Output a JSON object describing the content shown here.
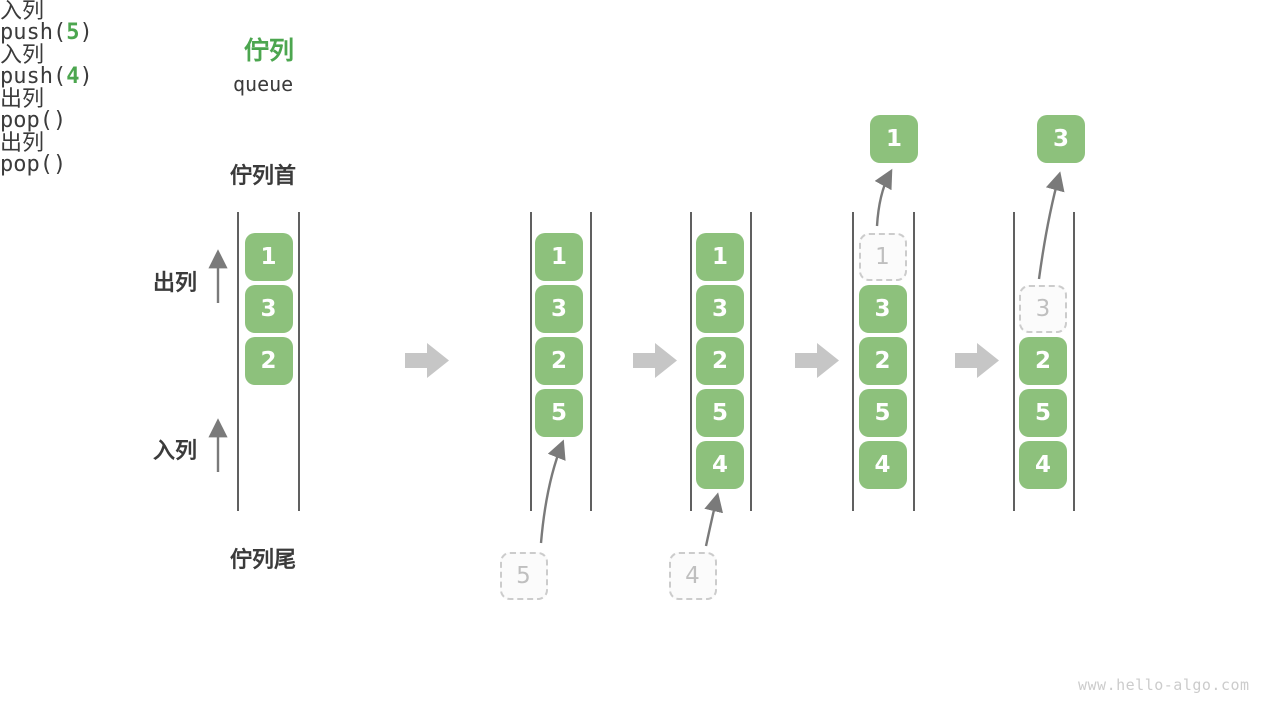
{
  "header": {
    "title_zh": "佇列",
    "title_en": "queue"
  },
  "side_labels": {
    "front": "佇列首",
    "rear": "佇列尾",
    "dequeue": "出列",
    "enqueue": "入列"
  },
  "states": [
    {
      "boxes": [
        {
          "value": "1",
          "slot": 0
        },
        {
          "value": "3",
          "slot": 1
        },
        {
          "value": "2",
          "slot": 2
        }
      ]
    },
    {
      "boxes": [
        {
          "value": "1",
          "slot": 0
        },
        {
          "value": "3",
          "slot": 1
        },
        {
          "value": "2",
          "slot": 2
        },
        {
          "value": "5",
          "slot": 3
        }
      ]
    },
    {
      "boxes": [
        {
          "value": "1",
          "slot": 0
        },
        {
          "value": "3",
          "slot": 1
        },
        {
          "value": "2",
          "slot": 2
        },
        {
          "value": "5",
          "slot": 3
        },
        {
          "value": "4",
          "slot": 4
        }
      ]
    },
    {
      "boxes": [
        {
          "value": "1",
          "slot": 0,
          "ghost": true
        },
        {
          "value": "3",
          "slot": 1
        },
        {
          "value": "2",
          "slot": 2
        },
        {
          "value": "5",
          "slot": 3
        },
        {
          "value": "4",
          "slot": 4
        }
      ]
    },
    {
      "boxes": [
        {
          "value": "3",
          "slot": 1,
          "ghost": true
        },
        {
          "value": "2",
          "slot": 2
        },
        {
          "value": "5",
          "slot": 3
        },
        {
          "value": "4",
          "slot": 4
        }
      ]
    }
  ],
  "push_ops": [
    {
      "label": "入列",
      "fn_open": "push(",
      "arg": "5",
      "fn_close": ")",
      "ghost_value": "5"
    },
    {
      "label": "入列",
      "fn_open": "push(",
      "arg": "4",
      "fn_close": ")",
      "ghost_value": "4"
    }
  ],
  "pop_ops": [
    {
      "label": "出列",
      "code": "pop()",
      "value": "1"
    },
    {
      "label": "出列",
      "code": "pop()",
      "value": "3"
    }
  ],
  "watermark": "www.hello-algo.com",
  "colors": {
    "box_green": "#8DC17C",
    "accent_green": "#4CA64F",
    "text_dark": "#3B3B3B",
    "ghost_border": "#CCCCCC",
    "ghost_text": "#BFBFBF",
    "wall": "#606060",
    "thin_arrow": "#7A7A7A",
    "block_arrow": "#C6C6C6",
    "watermark": "#CCCCCC"
  }
}
